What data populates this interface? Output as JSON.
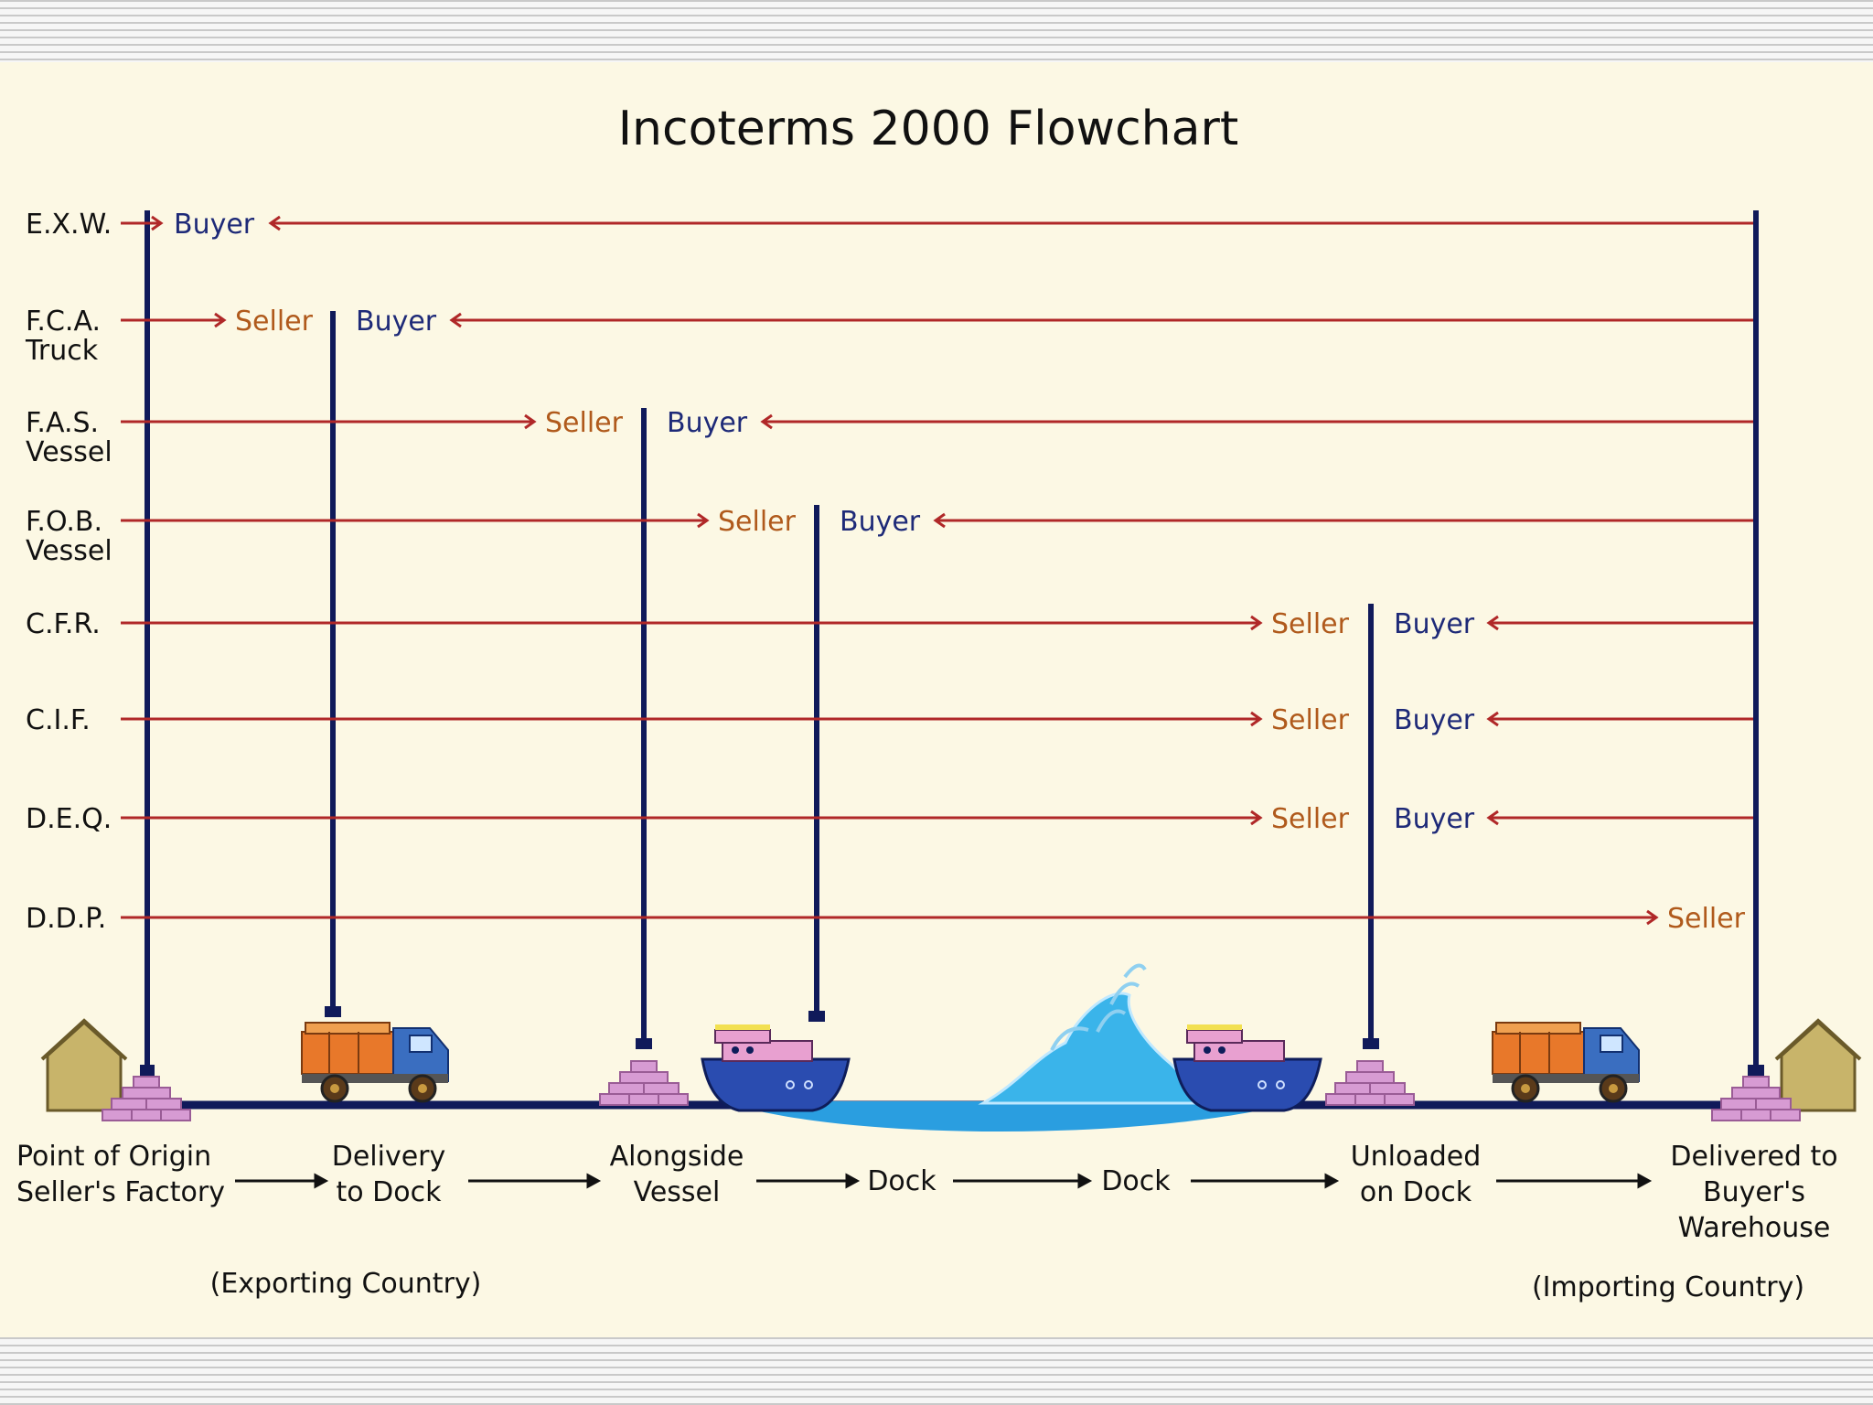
{
  "title": "Incoterms 2000 Flowchart",
  "terms": [
    {
      "code": "E.X.W.",
      "seller": "",
      "buyer": "Buyer"
    },
    {
      "code": "F.C.A.",
      "sub": "Truck",
      "seller": "Seller",
      "buyer": "Buyer"
    },
    {
      "code": "F.A.S.",
      "sub": "Vessel",
      "seller": "Seller",
      "buyer": "Buyer"
    },
    {
      "code": "F.O.B.",
      "sub": "Vessel",
      "seller": "Seller",
      "buyer": "Buyer"
    },
    {
      "code": "C.F.R.",
      "seller": "Seller",
      "buyer": "Buyer"
    },
    {
      "code": "C.I.F.",
      "seller": "Seller",
      "buyer": "Buyer"
    },
    {
      "code": "D.E.Q.",
      "seller": "Seller",
      "buyer": "Buyer"
    },
    {
      "code": "D.D.P.",
      "seller": "Seller",
      "buyer": ""
    }
  ],
  "stages": [
    {
      "lines": [
        "Point of Origin",
        "Seller's Factory"
      ]
    },
    {
      "lines": [
        "Delivery",
        "to Dock"
      ]
    },
    {
      "lines": [
        "Alongside",
        "Vessel"
      ]
    },
    {
      "lines": [
        "Dock"
      ]
    },
    {
      "lines": [
        "Dock"
      ]
    },
    {
      "lines": [
        "Unloaded",
        "on Dock"
      ]
    },
    {
      "lines": [
        "Delivered to",
        "Buyer's",
        "Warehouse"
      ]
    }
  ],
  "exporting_label": "(Exporting Country)",
  "importing_label": "(Importing Country)",
  "colors": {
    "background": "#fcf8e4",
    "term_line": "#b02828",
    "seller_text": "#b05a1c",
    "buyer_text": "#1e2a78",
    "divider": "#101a5a",
    "water": "#2a9ee0",
    "pallet": "#d79bd3",
    "house": "#c8b46a"
  }
}
